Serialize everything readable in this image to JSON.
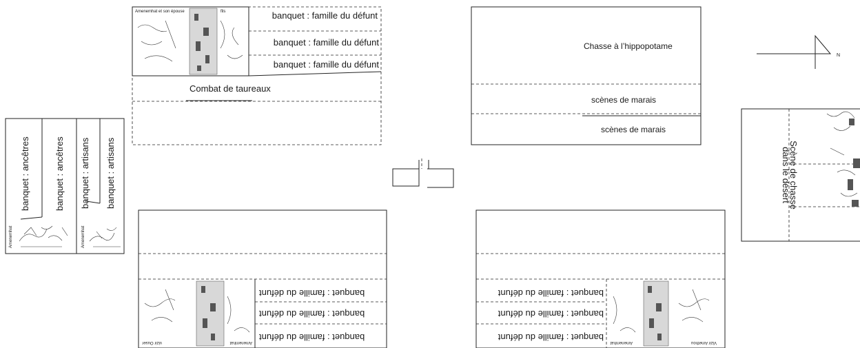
{
  "upper_left_wall": {
    "caption_couple": "Amenemhat et son épouse",
    "caption_son": "fils",
    "banquet_rows": [
      "banquet : famille du défunt",
      "banquet : famille du défunt",
      "banquet : famille du défunt"
    ],
    "bull_fight": "Combat de taureaux"
  },
  "upper_right_wall": {
    "hippo_hunt": "Chasse à l’hippopotame",
    "marsh_rows": [
      "scènes de marais",
      "scènes de marais"
    ]
  },
  "left_wall": {
    "columns": [
      "banquet : ancêtres",
      "banquet : ancêtres",
      "banquet : artisans",
      "banquet : artisans"
    ],
    "captions": [
      "Amenemhat",
      "Amenemhat"
    ]
  },
  "lower_left_wall": {
    "banquet_rows": [
      "banquet : famille du défunt",
      "banquet : famille du défunt",
      "banquet : famille du défunt"
    ],
    "caption_vizier": "vizir Ouser",
    "caption_owner": "Amenemhat"
  },
  "lower_right_wall": {
    "banquet_rows": [
      "banquet : famille du défunt",
      "banquet : famille du défunt",
      "banquet : famille du défunt"
    ],
    "caption_owner": "Amenemhat",
    "caption_vizier": "Vizir Amethou"
  },
  "right_wall": {
    "desert_hunt_line1": "Scène de chasse",
    "desert_hunt_line2": "dans le désert"
  },
  "compass": {
    "north": "N"
  }
}
